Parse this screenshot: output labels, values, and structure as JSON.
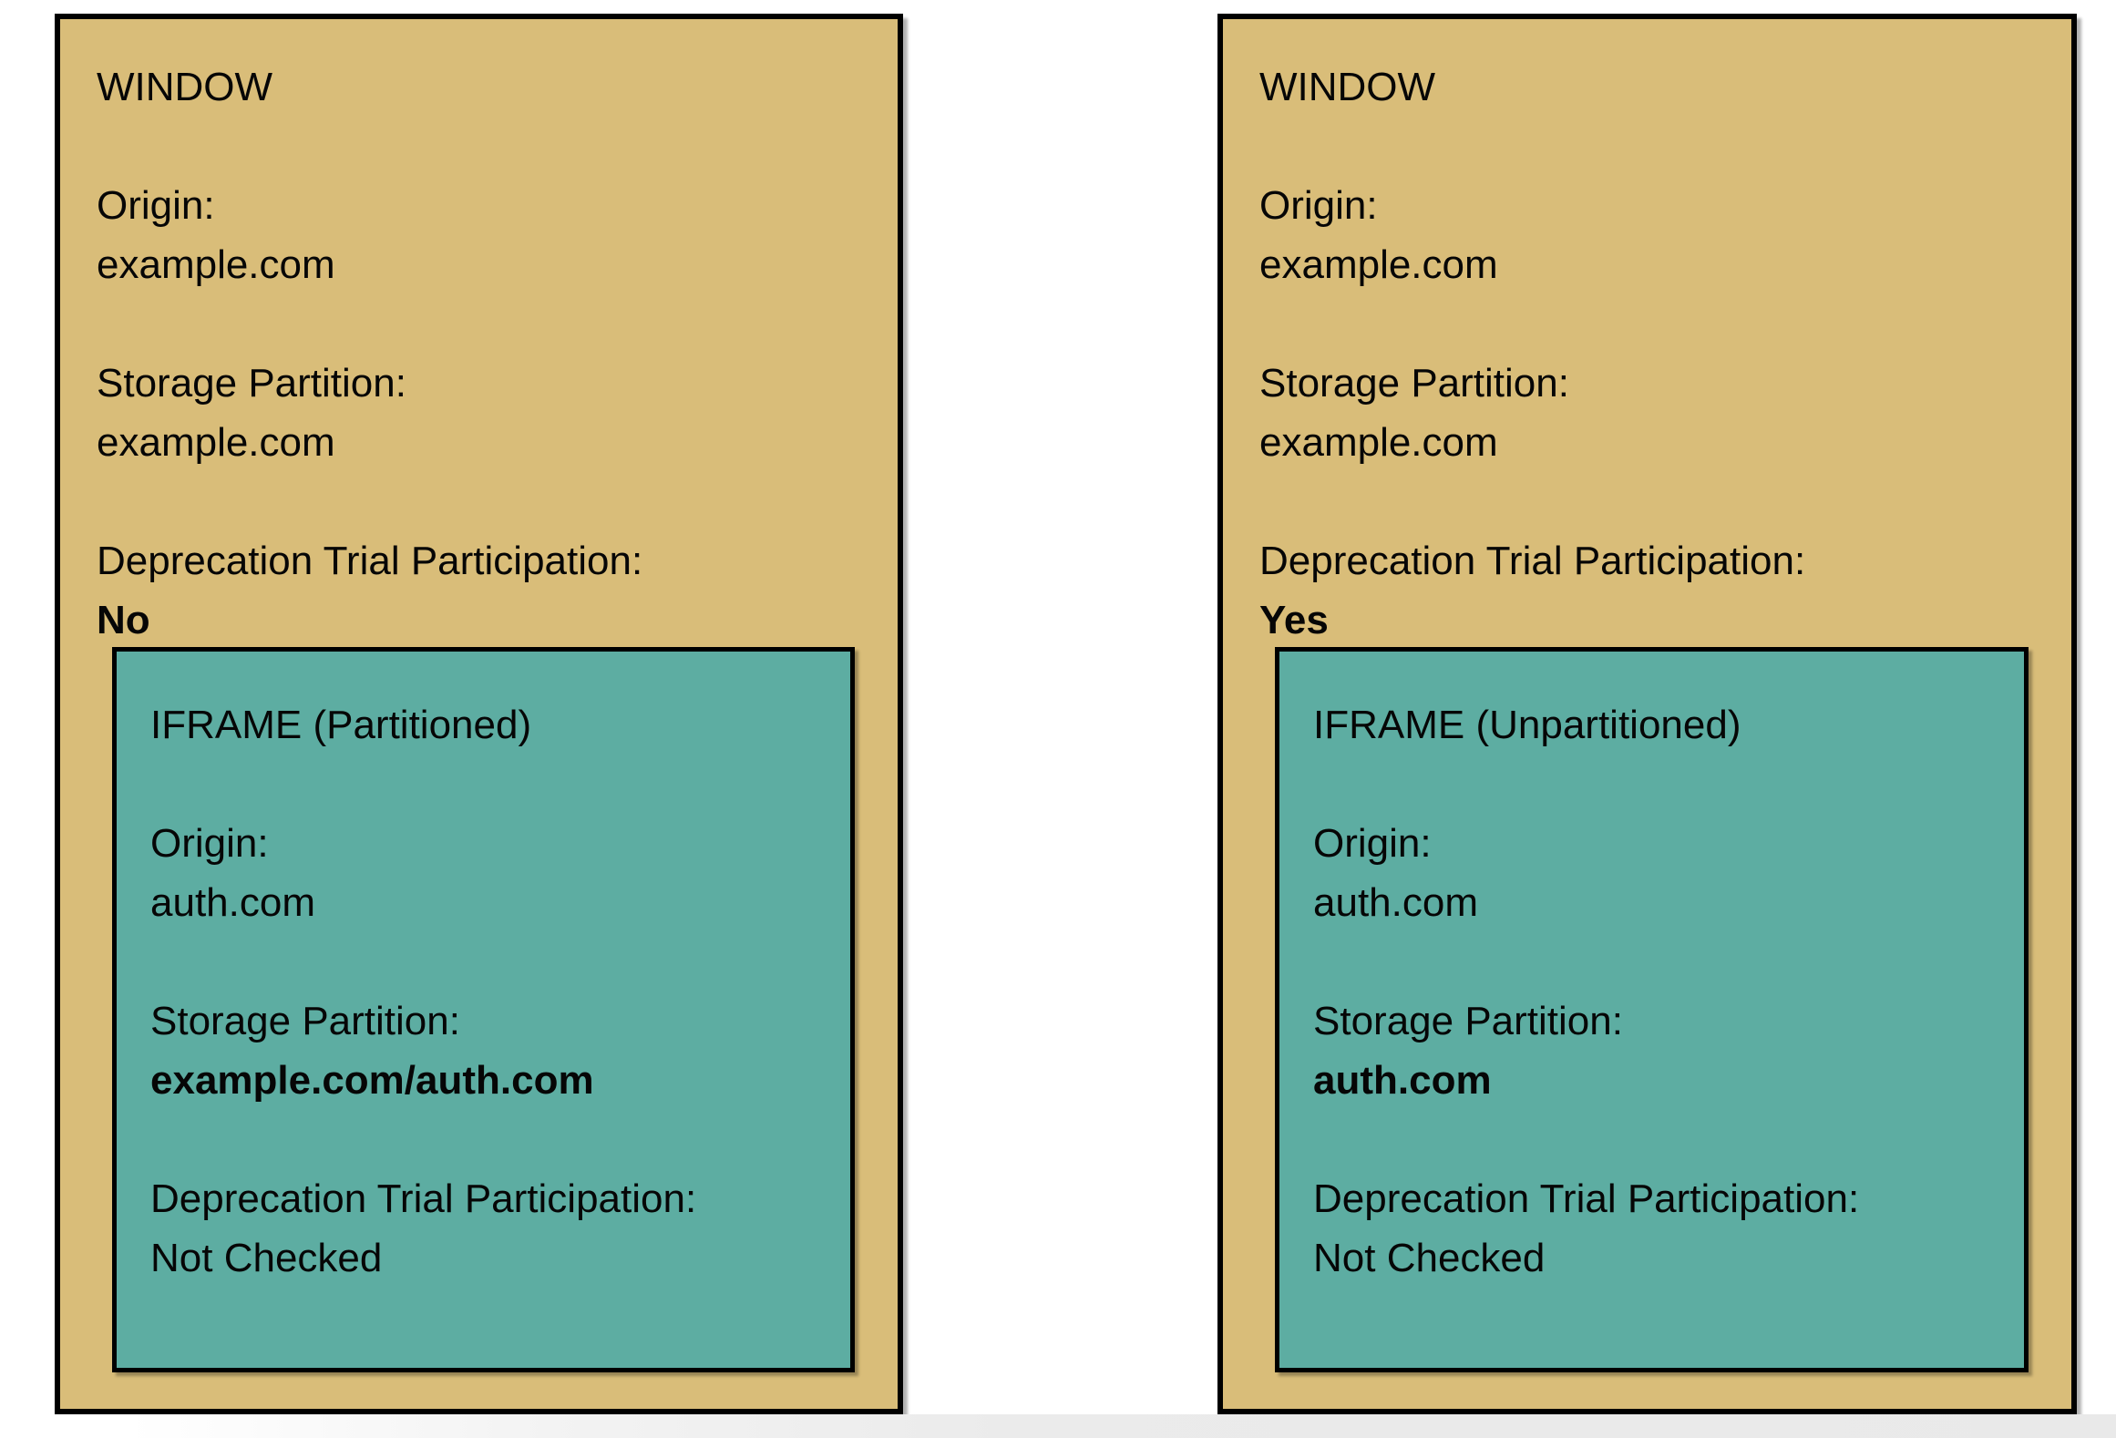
{
  "colors": {
    "window_fill": "#d9bd79",
    "iframe_fill": "#5dada2",
    "border": "#000000"
  },
  "windows": [
    {
      "title": "WINDOW",
      "fields": [
        {
          "label": "Origin:",
          "value": "example.com",
          "bold": false
        },
        {
          "label": "Storage Partition:",
          "value": "example.com",
          "bold": false
        },
        {
          "label": "Deprecation Trial Participation:",
          "value": "No",
          "bold": true
        }
      ],
      "iframe": {
        "title": "IFRAME (Partitioned)",
        "fields": [
          {
            "label": "Origin:",
            "value": "auth.com",
            "bold": false
          },
          {
            "label": "Storage Partition:",
            "value": "example.com/auth.com",
            "bold": true
          },
          {
            "label": "Deprecation Trial Participation:",
            "value": "Not Checked",
            "bold": false
          }
        ]
      }
    },
    {
      "title": "WINDOW",
      "fields": [
        {
          "label": "Origin:",
          "value": "example.com",
          "bold": false
        },
        {
          "label": "Storage Partition:",
          "value": "example.com",
          "bold": false
        },
        {
          "label": "Deprecation Trial Participation:",
          "value": "Yes",
          "bold": true
        }
      ],
      "iframe": {
        "title": "IFRAME (Unpartitioned)",
        "fields": [
          {
            "label": "Origin:",
            "value": "auth.com",
            "bold": false
          },
          {
            "label": "Storage Partition:",
            "value": "auth.com",
            "bold": true
          },
          {
            "label": "Deprecation Trial Participation:",
            "value": "Not Checked",
            "bold": false
          }
        ]
      }
    }
  ]
}
